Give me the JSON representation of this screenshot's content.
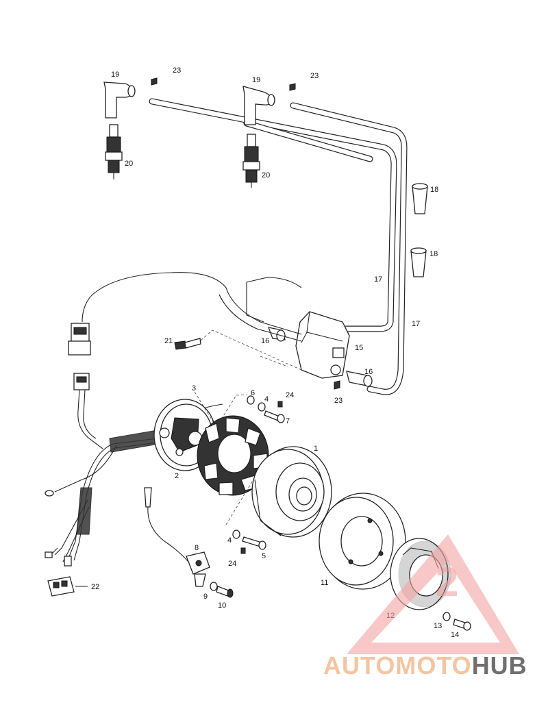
{
  "labels": {
    "p1": "1",
    "p2": "2",
    "p3": "3",
    "p4a": "4",
    "p4b": "4",
    "p5": "5",
    "p6": "6",
    "p7": "7",
    "p8": "8",
    "p9": "9",
    "p10": "10",
    "p11": "11",
    "p12": "12",
    "p13": "13",
    "p14": "14",
    "p15": "15",
    "p16a": "16",
    "p16b": "16",
    "p17a": "17",
    "p17b": "17",
    "p18a": "18",
    "p18b": "18",
    "p19a": "19",
    "p19b": "19",
    "p20a": "20",
    "p20b": "20",
    "p21": "21",
    "p22": "22",
    "p23a": "23",
    "p23b": "23",
    "p23c": "23",
    "p24a": "24",
    "p24b": "24"
  },
  "watermark": {
    "auto": "AUTO",
    "moto": "MOTO",
    "hub": "HUB",
    "color_primary": "#f4a3a3",
    "color_accent": "#f5c4a0",
    "color_hub": "#6f6f6f"
  }
}
